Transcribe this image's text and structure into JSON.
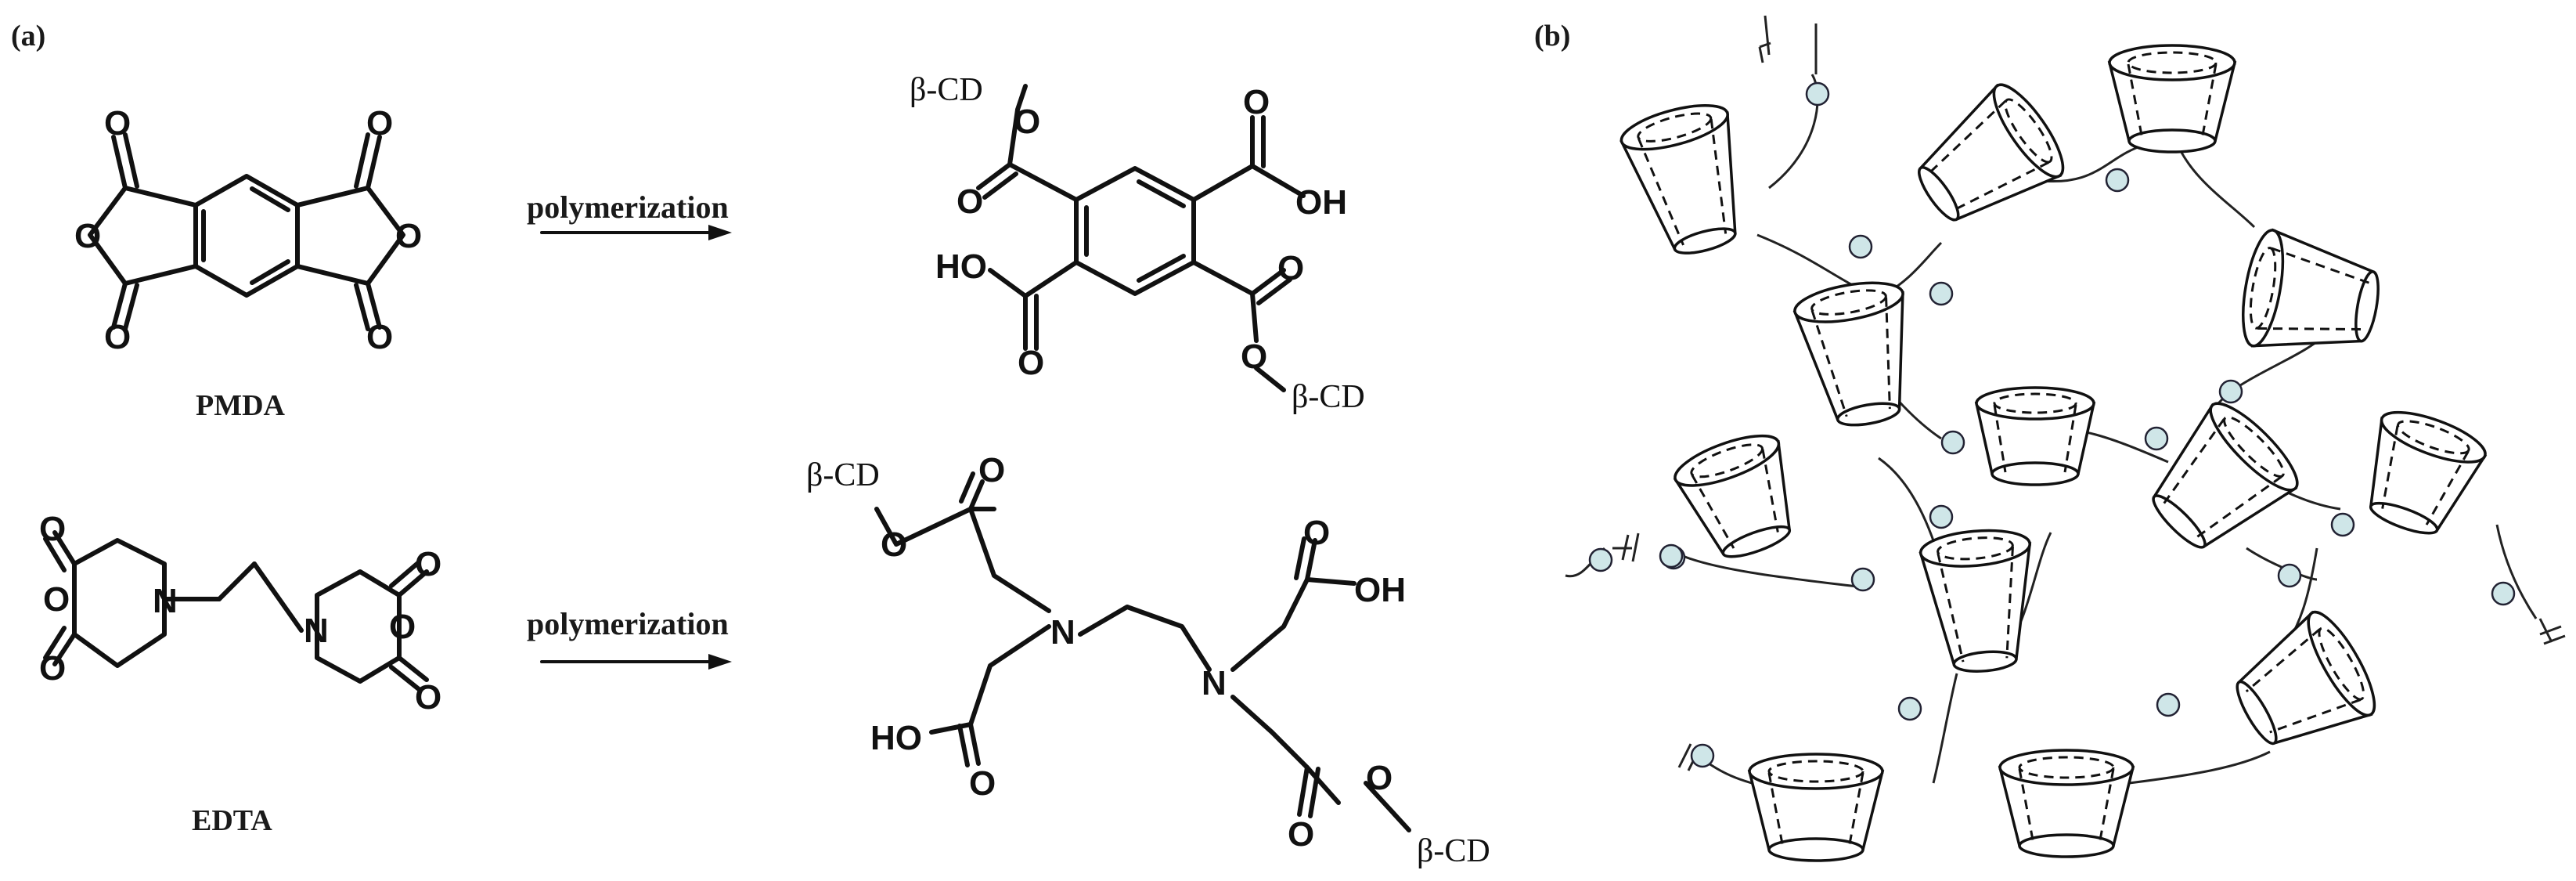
{
  "panels": {
    "a": "(a)",
    "b": "(b)"
  },
  "reactions": [
    {
      "reactant": "PMDA",
      "arrow_label": "polymerization"
    },
    {
      "reactant": "EDTA",
      "arrow_label": "polymerization"
    }
  ],
  "atoms": {
    "O": "O",
    "N": "N",
    "OH": "OH",
    "HO": "HO"
  },
  "substituent": "β-CD",
  "colors": {
    "ink": "#111111",
    "bead": "#cfe6e8"
  }
}
